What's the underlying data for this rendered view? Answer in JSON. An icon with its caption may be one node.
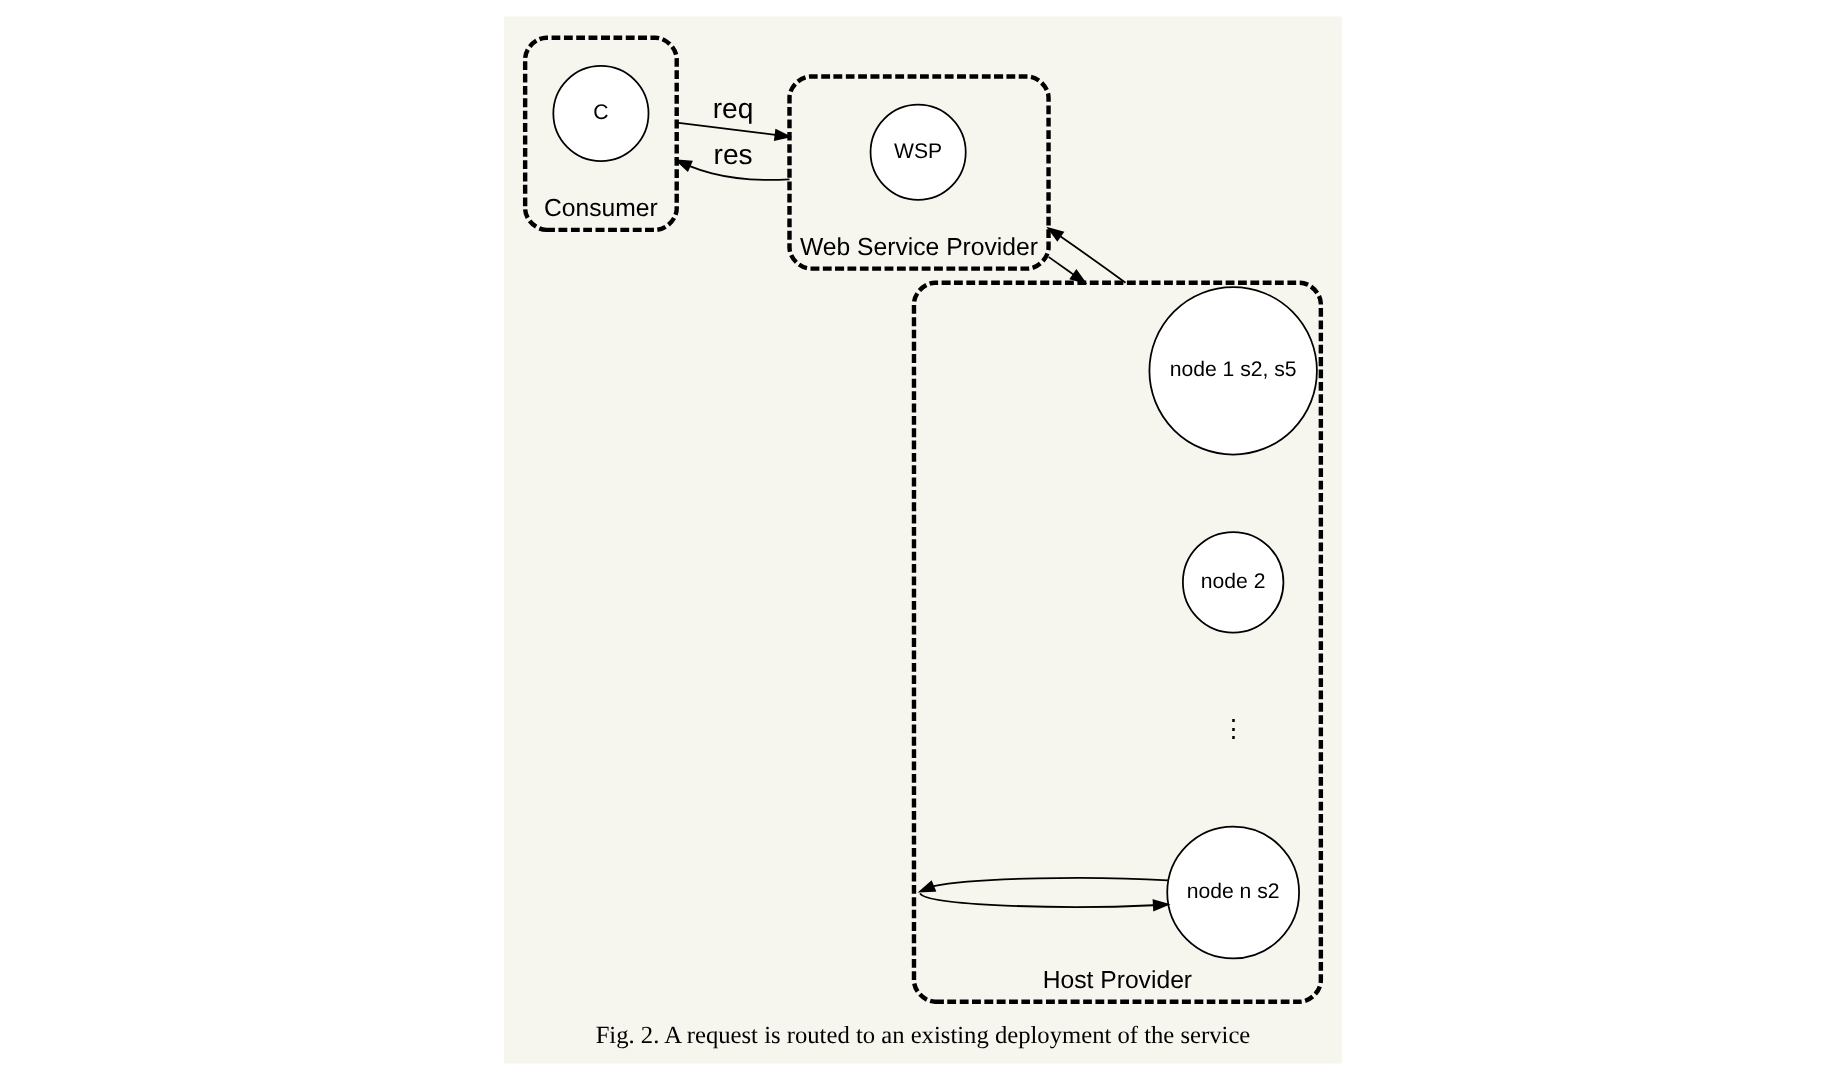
{
  "diagram": {
    "caption": "Fig. 2. A request is routed to an existing deployment of the service",
    "nodes": [
      {
        "text": [
          "Consumer"
        ]
      },
      {
        "text": [
          "C"
        ],
        "in": 0
      },
      {
        "text": [
          "Web Service Provider"
        ]
      },
      {
        "text": [
          "WSP"
        ],
        "in": 2
      },
      {
        "text": [
          "Host Provider"
        ]
      },
      {
        "text": [
          "node 1 s2, s5"
        ],
        "in": 4
      },
      {
        "text": [
          "node 2"
        ],
        "in": 4
      },
      {
        "text": [
          "node n s2"
        ],
        "in": 4
      }
    ],
    "edges": [
      {
        "from": 0,
        "to": 2,
        "arrow": "to",
        "label": "req"
      },
      {
        "from": 2,
        "to": 0,
        "arrow": "to",
        "label": "res"
      },
      {
        "from": 2,
        "to": 4,
        "arrow": "to"
      },
      {
        "from": 4,
        "to": 2,
        "arrow": "to"
      },
      {
        "from": 4,
        "to": 7,
        "arrow": "to"
      },
      {
        "from": 7,
        "to": 4,
        "arrow": "to"
      }
    ],
    "labels": [
      "⋮"
    ]
  }
}
